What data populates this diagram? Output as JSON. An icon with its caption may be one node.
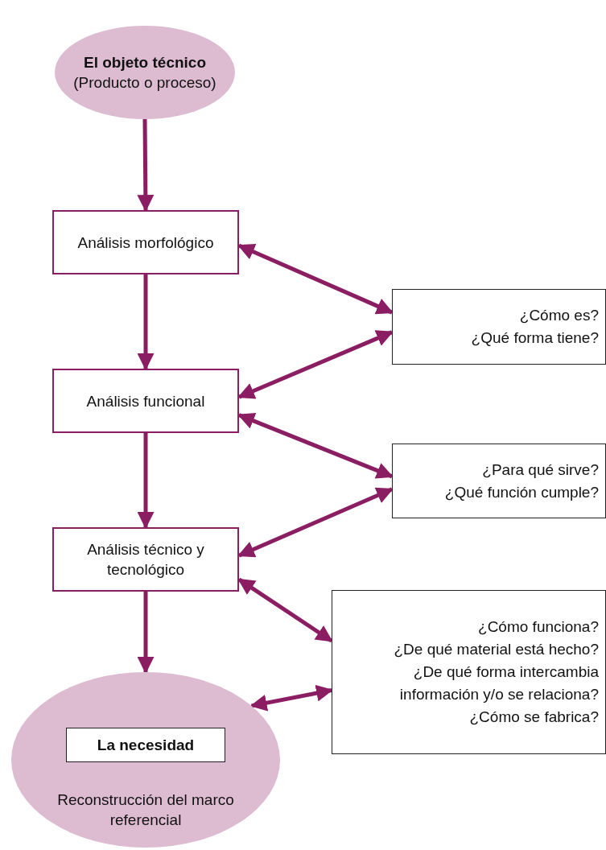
{
  "diagram": {
    "nodes": [
      {
        "text": [
          "El objeto técnico",
          "(Producto o proceso)"
        ]
      },
      {
        "text": [
          "Análisis morfológico"
        ]
      },
      {
        "text": [
          "Análisis funcional"
        ]
      },
      {
        "text": [
          "Análisis técnico y tecnológico"
        ]
      },
      {
        "text": [
          "¿Cómo es?",
          "¿Qué forma tiene?"
        ]
      },
      {
        "text": [
          "¿Para qué sirve?",
          "¿Qué función cumple?"
        ]
      },
      {
        "text": [
          "¿Cómo funciona?",
          "¿De qué material está hecho?",
          "¿De qué forma intercambia información y/o se relaciona?",
          "¿Cómo se fabrica?"
        ]
      },
      {
        "text": [
          "Reconstrucción del marco referencial"
        ]
      },
      {
        "text": [
          "La necesidad"
        ],
        "in": 7
      }
    ],
    "edges": [
      {
        "from": 0,
        "to": 1,
        "arrow": "to"
      },
      {
        "from": 1,
        "to": 2,
        "arrow": "to"
      },
      {
        "from": 2,
        "to": 3,
        "arrow": "to"
      },
      {
        "from": 3,
        "to": 7,
        "arrow": "to"
      },
      {
        "from": 1,
        "to": 4,
        "arrow": "both"
      },
      {
        "from": 4,
        "to": 2,
        "arrow": "both"
      },
      {
        "from": 2,
        "to": 5,
        "arrow": "both"
      },
      {
        "from": 5,
        "to": 3,
        "arrow": "both"
      },
      {
        "from": 3,
        "to": 6,
        "arrow": "both"
      },
      {
        "from": 6,
        "to": 7,
        "arrow": "both"
      }
    ]
  }
}
